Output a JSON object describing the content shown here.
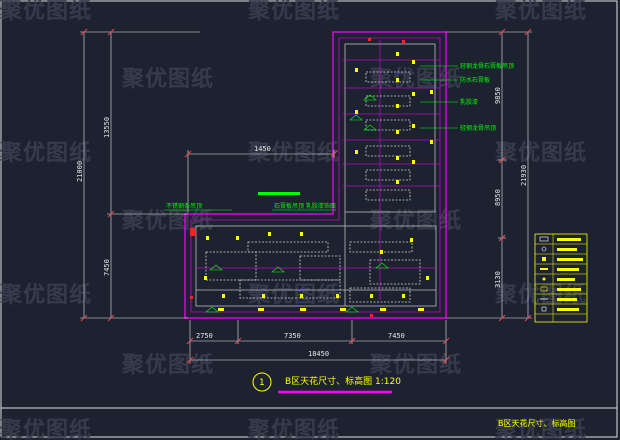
{
  "watermark": "聚优图纸",
  "drawing": {
    "title": "B区天花尺寸、标高图 1:120",
    "symbol": "1",
    "footer_title": "B区天花尺寸、标高图"
  },
  "dimensions": {
    "v_left_total": "21000",
    "v_left_upper": "13550",
    "v_left_lower": "7450",
    "h_lower_a": "2750",
    "h_lower_b": "7350",
    "h_lower_c": "7450",
    "h_lower_total": "18450",
    "h_upper": "1450",
    "v_right_total": "21930",
    "v_right_a": "9850",
    "v_right_b": "8950",
    "v_right_c": "3130"
  },
  "annotations": {
    "a1": "轻钢龙骨石膏板吊顶",
    "a2": "防水石膏板",
    "a3": "乳胶漆",
    "a4": "轻钢龙骨吊顶",
    "a5": "不锈钢条吊顶",
    "a6": "石膏板吊顶 乳胶漆饰面"
  }
}
